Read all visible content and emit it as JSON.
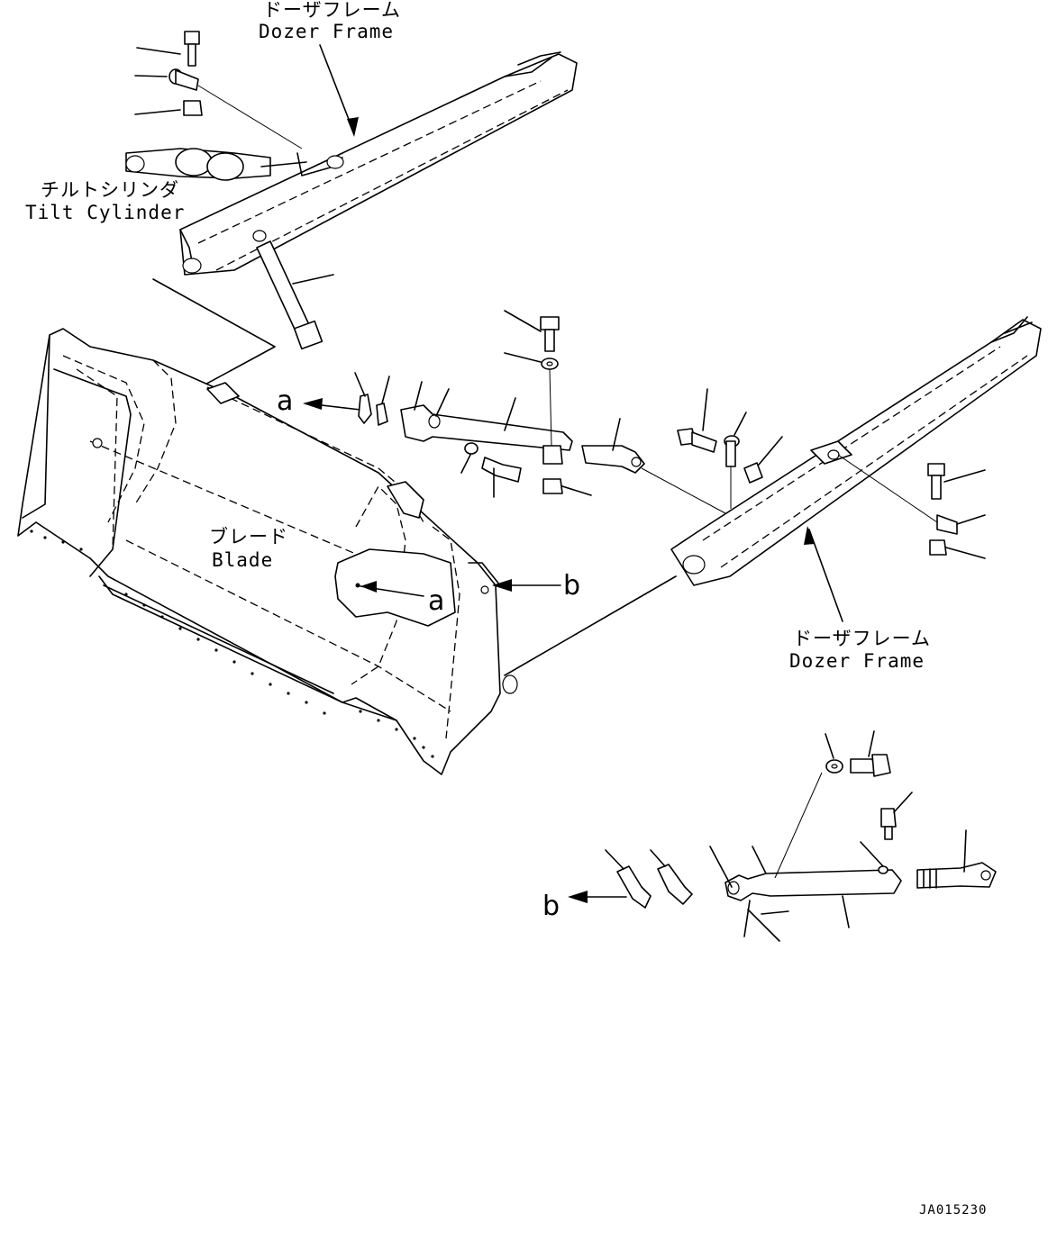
{
  "labels": {
    "dozer_frame_top_jp": "ドーザフレーム",
    "dozer_frame_top_en": "Dozer Frame",
    "tilt_cylinder_jp": "チルトシリンダ",
    "tilt_cylinder_en": "Tilt Cylinder",
    "blade_jp": "ブレード",
    "blade_en": "Blade",
    "dozer_frame_right_jp": "ドーザフレーム",
    "dozer_frame_right_en": "Dozer Frame",
    "ref_a_left": "a",
    "ref_a_blade": "a",
    "ref_b_blade": "b",
    "ref_b_bottom": "b",
    "drawing_code": "JA015230"
  }
}
